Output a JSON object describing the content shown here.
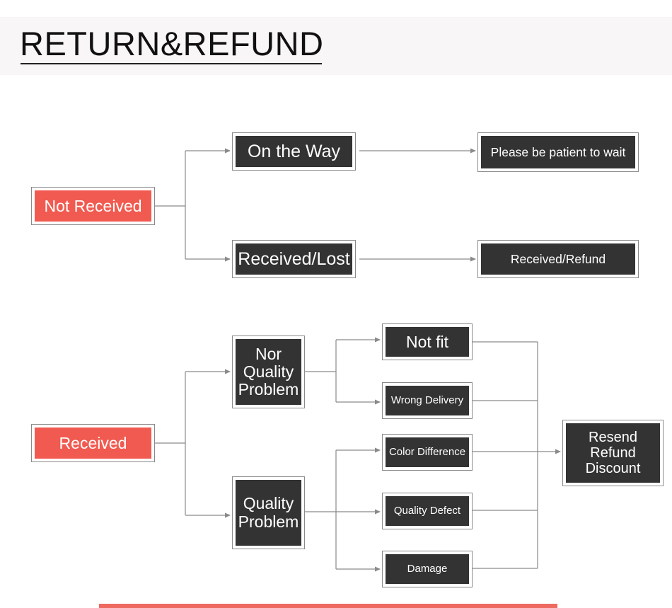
{
  "header": {
    "title": "RETURN&REFUND"
  },
  "colors": {
    "accent": "#f15a50",
    "box": "#333333",
    "line": "#8a8a8a"
  },
  "not_received": {
    "root": "Not Received",
    "branches": [
      {
        "status": "On the Way",
        "result": "Please be patient to wait"
      },
      {
        "status": "Received/Lost",
        "result": "Received/Refund"
      }
    ]
  },
  "received": {
    "root": "Received",
    "non_quality": {
      "label": "Nor Quality Problem",
      "issues": [
        "Not fit",
        "Wrong Delivery"
      ]
    },
    "quality": {
      "label": "Quality Problem",
      "issues": [
        "Color Difference",
        "Quality Defect",
        "Damage"
      ]
    },
    "outcome": "Resend Refund Discount"
  }
}
